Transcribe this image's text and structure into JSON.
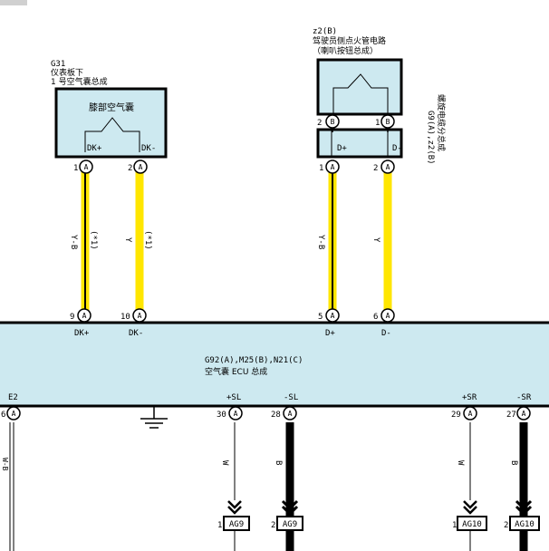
{
  "top_components": {
    "knee_airbag": {
      "code": "G31",
      "location": "仪表板下",
      "name": "1 号空气囊总成",
      "inner_label": "膝部空气囊",
      "term_left": "DK+",
      "term_right": "DK-"
    },
    "squib": {
      "title": "z2(B)",
      "name": "驾驶员侧点火管电路",
      "subname": "（喇叭按钮总成）"
    },
    "spiral": {
      "codes": "G9(A),z2(B)",
      "name": "螺旋电缆分总成",
      "term_left": "D+",
      "term_right": "D-"
    }
  },
  "pins": {
    "knee_1": "1",
    "knee_2": "2",
    "squib_2": "2",
    "squib_1": "1",
    "spiral_1": "1",
    "spiral_2": "2",
    "ecu_9": "9",
    "ecu_10": "10",
    "ecu_5": "5",
    "ecu_6": "6",
    "ecu_e2": "6",
    "ecu_30": "30",
    "ecu_28": "28",
    "ecu_29": "29",
    "ecu_27": "27"
  },
  "connector_letters": {
    "a": "A",
    "b": "B"
  },
  "wires": {
    "knee_left_color": "Y-B",
    "knee_left_note": "(*1)",
    "knee_right_color": "Y",
    "knee_right_note": "(*1)",
    "spiral_left_color": "Y-B",
    "spiral_right_color": "Y",
    "sl_plus_color": "W",
    "sl_minus_color": "B",
    "sr_plus_color": "W",
    "sr_minus_color": "B"
  },
  "ecu": {
    "codes": "G92(A),M25(B),N21(C)",
    "name": "空气囊 ECU 总成",
    "top_labels": {
      "dk_plus": "DK+",
      "dk_minus": "DK-",
      "d_plus": "D+",
      "d_minus": "D-"
    },
    "bottom_labels": {
      "e2": "E2",
      "sl_plus": "+SL",
      "sl_minus": "-SL",
      "sr_plus": "+SR",
      "sr_minus": "-SR"
    }
  },
  "bottom_connectors": {
    "ag9_1": {
      "pin": "1",
      "name": "AG9"
    },
    "ag9_2": {
      "pin": "2",
      "name": "AG9"
    },
    "ag10_1": {
      "pin": "1",
      "name": "AG10"
    },
    "ag10_2": {
      "pin": "2",
      "name": "AG10"
    }
  },
  "colors": {
    "component_fill": "#cde9f0",
    "wire_yellow": "#ffe600",
    "line": "#000000",
    "corner_tab": "#d0d0d0"
  }
}
